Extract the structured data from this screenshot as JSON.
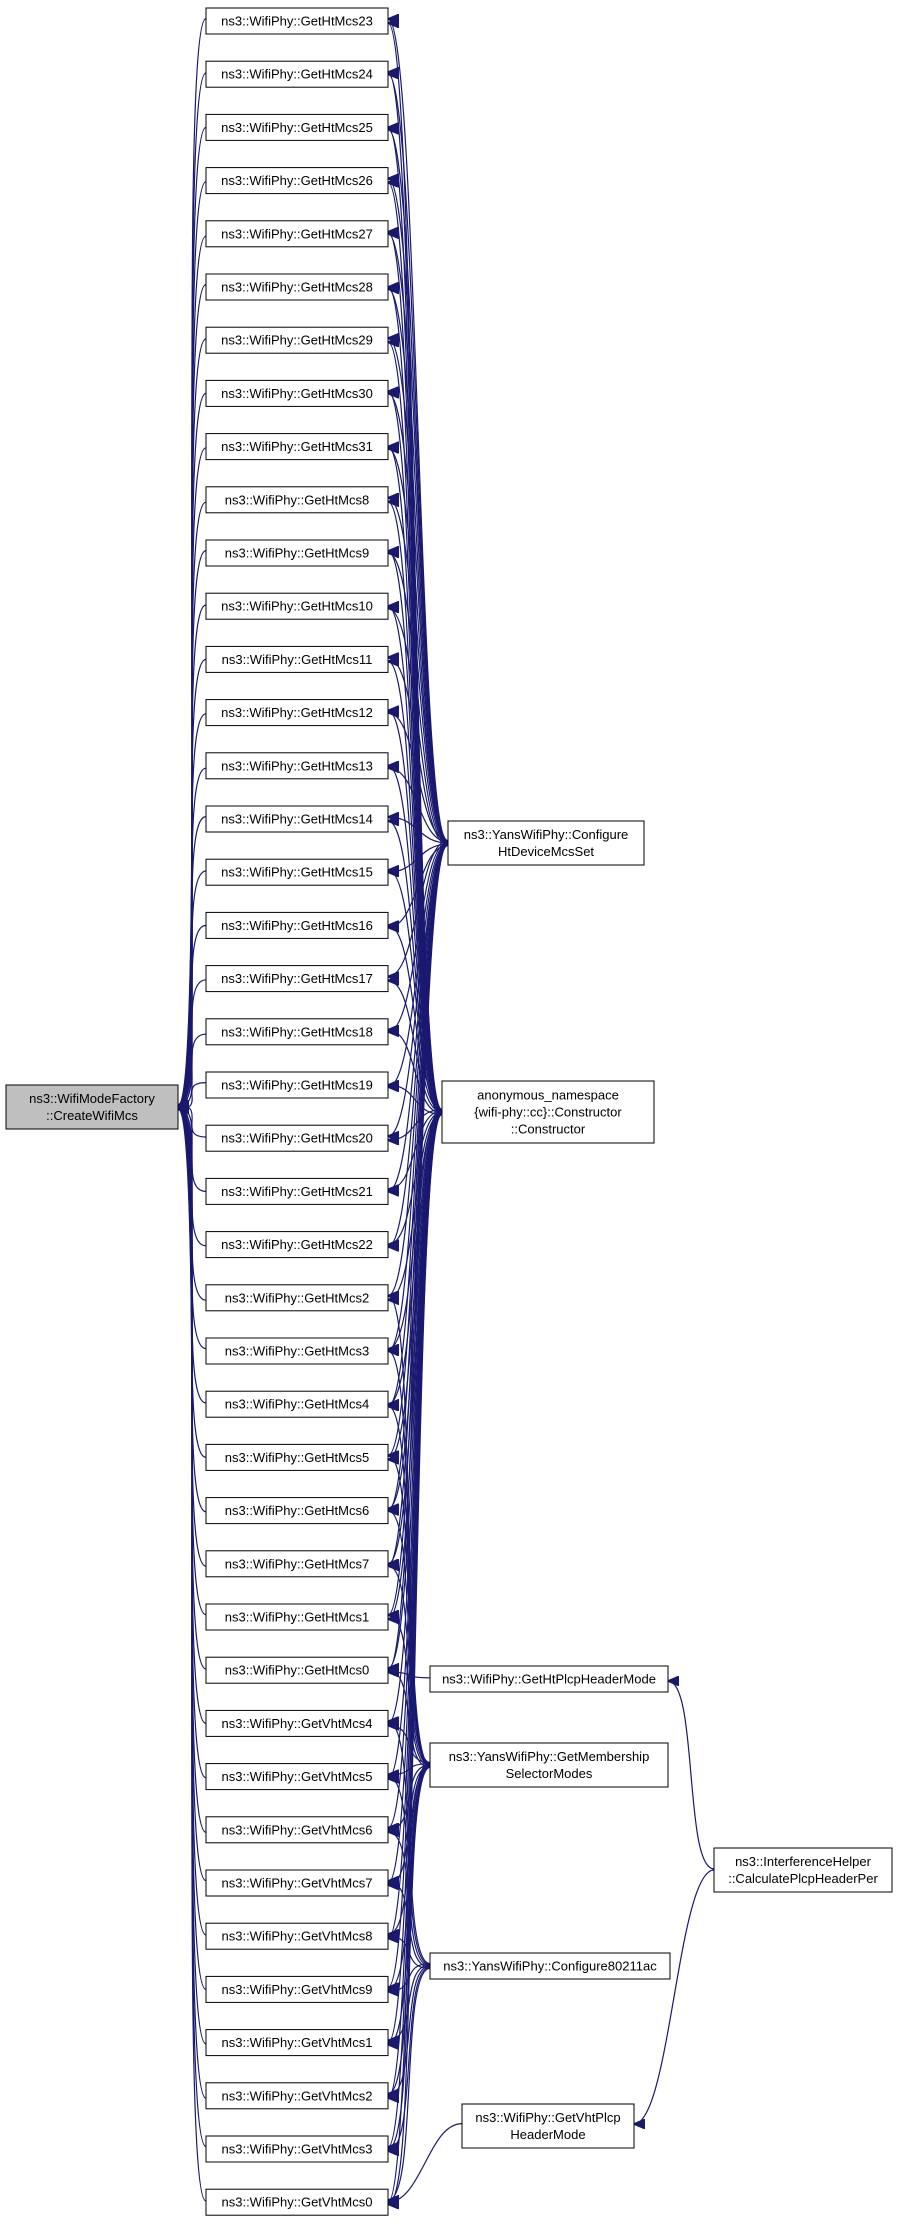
{
  "colors": {
    "edge": "#191970",
    "root_fill": "#bfbfbf",
    "node_fill": "#ffffff",
    "node_border": "#000000",
    "truncated_border": "#ff0000"
  },
  "nodes": [
    {
      "id": "create",
      "lines": [
        "ns3::WifiModeFactory",
        "::CreateWifiMcs"
      ],
      "kind": "root"
    },
    {
      "id": "ht23",
      "lines": [
        "ns3::WifiPhy::GetHtMcs23"
      ]
    },
    {
      "id": "ht24",
      "lines": [
        "ns3::WifiPhy::GetHtMcs24"
      ]
    },
    {
      "id": "ht25",
      "lines": [
        "ns3::WifiPhy::GetHtMcs25"
      ]
    },
    {
      "id": "ht26",
      "lines": [
        "ns3::WifiPhy::GetHtMcs26"
      ]
    },
    {
      "id": "ht27",
      "lines": [
        "ns3::WifiPhy::GetHtMcs27"
      ]
    },
    {
      "id": "ht28",
      "lines": [
        "ns3::WifiPhy::GetHtMcs28"
      ]
    },
    {
      "id": "ht29",
      "lines": [
        "ns3::WifiPhy::GetHtMcs29"
      ]
    },
    {
      "id": "ht30",
      "lines": [
        "ns3::WifiPhy::GetHtMcs30"
      ]
    },
    {
      "id": "ht31",
      "lines": [
        "ns3::WifiPhy::GetHtMcs31"
      ]
    },
    {
      "id": "ht8",
      "lines": [
        "ns3::WifiPhy::GetHtMcs8"
      ]
    },
    {
      "id": "ht9",
      "lines": [
        "ns3::WifiPhy::GetHtMcs9"
      ]
    },
    {
      "id": "ht10",
      "lines": [
        "ns3::WifiPhy::GetHtMcs10"
      ]
    },
    {
      "id": "ht11",
      "lines": [
        "ns3::WifiPhy::GetHtMcs11"
      ]
    },
    {
      "id": "ht12",
      "lines": [
        "ns3::WifiPhy::GetHtMcs12"
      ]
    },
    {
      "id": "ht13",
      "lines": [
        "ns3::WifiPhy::GetHtMcs13"
      ]
    },
    {
      "id": "ht14",
      "lines": [
        "ns3::WifiPhy::GetHtMcs14"
      ]
    },
    {
      "id": "ht15",
      "lines": [
        "ns3::WifiPhy::GetHtMcs15"
      ]
    },
    {
      "id": "ht16",
      "lines": [
        "ns3::WifiPhy::GetHtMcs16"
      ]
    },
    {
      "id": "ht17",
      "lines": [
        "ns3::WifiPhy::GetHtMcs17"
      ]
    },
    {
      "id": "ht18",
      "lines": [
        "ns3::WifiPhy::GetHtMcs18"
      ]
    },
    {
      "id": "ht19",
      "lines": [
        "ns3::WifiPhy::GetHtMcs19"
      ]
    },
    {
      "id": "ht20",
      "lines": [
        "ns3::WifiPhy::GetHtMcs20"
      ]
    },
    {
      "id": "ht21",
      "lines": [
        "ns3::WifiPhy::GetHtMcs21"
      ]
    },
    {
      "id": "ht22",
      "lines": [
        "ns3::WifiPhy::GetHtMcs22"
      ]
    },
    {
      "id": "ht2",
      "lines": [
        "ns3::WifiPhy::GetHtMcs2"
      ]
    },
    {
      "id": "ht3",
      "lines": [
        "ns3::WifiPhy::GetHtMcs3"
      ]
    },
    {
      "id": "ht4",
      "lines": [
        "ns3::WifiPhy::GetHtMcs4"
      ]
    },
    {
      "id": "ht5",
      "lines": [
        "ns3::WifiPhy::GetHtMcs5"
      ]
    },
    {
      "id": "ht6",
      "lines": [
        "ns3::WifiPhy::GetHtMcs6"
      ]
    },
    {
      "id": "ht7",
      "lines": [
        "ns3::WifiPhy::GetHtMcs7"
      ]
    },
    {
      "id": "ht1",
      "lines": [
        "ns3::WifiPhy::GetHtMcs1"
      ]
    },
    {
      "id": "ht0",
      "lines": [
        "ns3::WifiPhy::GetHtMcs0"
      ]
    },
    {
      "id": "vht4",
      "lines": [
        "ns3::WifiPhy::GetVhtMcs4"
      ]
    },
    {
      "id": "vht5",
      "lines": [
        "ns3::WifiPhy::GetVhtMcs5"
      ]
    },
    {
      "id": "vht6",
      "lines": [
        "ns3::WifiPhy::GetVhtMcs6"
      ]
    },
    {
      "id": "vht7",
      "lines": [
        "ns3::WifiPhy::GetVhtMcs7"
      ]
    },
    {
      "id": "vht8",
      "lines": [
        "ns3::WifiPhy::GetVhtMcs8"
      ]
    },
    {
      "id": "vht9",
      "lines": [
        "ns3::WifiPhy::GetVhtMcs9"
      ]
    },
    {
      "id": "vht1",
      "lines": [
        "ns3::WifiPhy::GetVhtMcs1"
      ]
    },
    {
      "id": "vht2",
      "lines": [
        "ns3::WifiPhy::GetVhtMcs2"
      ]
    },
    {
      "id": "vht3",
      "lines": [
        "ns3::WifiPhy::GetVhtMcs3"
      ]
    },
    {
      "id": "vht0",
      "lines": [
        "ns3::WifiPhy::GetVhtMcs0"
      ]
    },
    {
      "id": "yansHt",
      "lines": [
        "ns3::YansWifiPhy::Configure",
        "HtDeviceMcsSet"
      ],
      "kind": "truncated"
    },
    {
      "id": "anon",
      "lines": [
        "anonymous_namespace",
        "{wifi-phy::cc}::Constructor",
        "::Constructor"
      ]
    },
    {
      "id": "htPlcp",
      "lines": [
        "ns3::WifiPhy::GetHtPlcpHeaderMode"
      ]
    },
    {
      "id": "yansMem",
      "lines": [
        "ns3::YansWifiPhy::GetMembership",
        "SelectorModes"
      ]
    },
    {
      "id": "interf",
      "lines": [
        "ns3::InterferenceHelper",
        "::CalculatePlcpHeaderPer"
      ],
      "kind": "truncated"
    },
    {
      "id": "yans80211ac",
      "lines": [
        "ns3::YansWifiPhy::Configure80211ac"
      ],
      "kind": "truncated"
    },
    {
      "id": "vhtPlcp",
      "lines": [
        "ns3::WifiPhy::GetVhtPlcp",
        "HeaderMode"
      ]
    }
  ],
  "edges": [
    [
      "ht23",
      "create"
    ],
    [
      "ht24",
      "create"
    ],
    [
      "ht25",
      "create"
    ],
    [
      "ht26",
      "create"
    ],
    [
      "ht27",
      "create"
    ],
    [
      "ht28",
      "create"
    ],
    [
      "ht29",
      "create"
    ],
    [
      "ht30",
      "create"
    ],
    [
      "ht31",
      "create"
    ],
    [
      "ht8",
      "create"
    ],
    [
      "ht9",
      "create"
    ],
    [
      "ht10",
      "create"
    ],
    [
      "ht11",
      "create"
    ],
    [
      "ht12",
      "create"
    ],
    [
      "ht13",
      "create"
    ],
    [
      "ht14",
      "create"
    ],
    [
      "ht15",
      "create"
    ],
    [
      "ht16",
      "create"
    ],
    [
      "ht17",
      "create"
    ],
    [
      "ht18",
      "create"
    ],
    [
      "ht19",
      "create"
    ],
    [
      "ht20",
      "create"
    ],
    [
      "ht21",
      "create"
    ],
    [
      "ht22",
      "create"
    ],
    [
      "ht2",
      "create"
    ],
    [
      "ht3",
      "create"
    ],
    [
      "ht4",
      "create"
    ],
    [
      "ht5",
      "create"
    ],
    [
      "ht6",
      "create"
    ],
    [
      "ht7",
      "create"
    ],
    [
      "ht1",
      "create"
    ],
    [
      "ht0",
      "create"
    ],
    [
      "vht4",
      "create"
    ],
    [
      "vht5",
      "create"
    ],
    [
      "vht6",
      "create"
    ],
    [
      "vht7",
      "create"
    ],
    [
      "vht8",
      "create"
    ],
    [
      "vht9",
      "create"
    ],
    [
      "vht1",
      "create"
    ],
    [
      "vht2",
      "create"
    ],
    [
      "vht3",
      "create"
    ],
    [
      "vht0",
      "create"
    ],
    [
      "yansHt",
      "ht23"
    ],
    [
      "yansHt",
      "ht24"
    ],
    [
      "yansHt",
      "ht25"
    ],
    [
      "yansHt",
      "ht26"
    ],
    [
      "yansHt",
      "ht27"
    ],
    [
      "yansHt",
      "ht28"
    ],
    [
      "yansHt",
      "ht29"
    ],
    [
      "yansHt",
      "ht30"
    ],
    [
      "yansHt",
      "ht31"
    ],
    [
      "yansHt",
      "ht8"
    ],
    [
      "yansHt",
      "ht9"
    ],
    [
      "yansHt",
      "ht10"
    ],
    [
      "yansHt",
      "ht11"
    ],
    [
      "yansHt",
      "ht12"
    ],
    [
      "yansHt",
      "ht13"
    ],
    [
      "yansHt",
      "ht14"
    ],
    [
      "yansHt",
      "ht15"
    ],
    [
      "yansHt",
      "ht16"
    ],
    [
      "yansHt",
      "ht17"
    ],
    [
      "yansHt",
      "ht18"
    ],
    [
      "yansHt",
      "ht19"
    ],
    [
      "yansHt",
      "ht20"
    ],
    [
      "yansHt",
      "ht21"
    ],
    [
      "yansHt",
      "ht22"
    ],
    [
      "yansHt",
      "ht2"
    ],
    [
      "yansHt",
      "ht3"
    ],
    [
      "yansHt",
      "ht4"
    ],
    [
      "yansHt",
      "ht5"
    ],
    [
      "yansHt",
      "ht6"
    ],
    [
      "yansHt",
      "ht7"
    ],
    [
      "yansHt",
      "ht1"
    ],
    [
      "yansHt",
      "ht0"
    ],
    [
      "anon",
      "ht23"
    ],
    [
      "anon",
      "ht24"
    ],
    [
      "anon",
      "ht25"
    ],
    [
      "anon",
      "ht26"
    ],
    [
      "anon",
      "ht27"
    ],
    [
      "anon",
      "ht28"
    ],
    [
      "anon",
      "ht29"
    ],
    [
      "anon",
      "ht30"
    ],
    [
      "anon",
      "ht31"
    ],
    [
      "anon",
      "ht8"
    ],
    [
      "anon",
      "ht9"
    ],
    [
      "anon",
      "ht10"
    ],
    [
      "anon",
      "ht11"
    ],
    [
      "anon",
      "ht12"
    ],
    [
      "anon",
      "ht13"
    ],
    [
      "anon",
      "ht14"
    ],
    [
      "anon",
      "ht15"
    ],
    [
      "anon",
      "ht16"
    ],
    [
      "anon",
      "ht17"
    ],
    [
      "anon",
      "ht18"
    ],
    [
      "anon",
      "ht19"
    ],
    [
      "anon",
      "ht20"
    ],
    [
      "anon",
      "ht21"
    ],
    [
      "anon",
      "ht22"
    ],
    [
      "anon",
      "ht2"
    ],
    [
      "anon",
      "ht3"
    ],
    [
      "anon",
      "ht4"
    ],
    [
      "anon",
      "ht5"
    ],
    [
      "anon",
      "ht6"
    ],
    [
      "anon",
      "ht7"
    ],
    [
      "anon",
      "ht1"
    ],
    [
      "anon",
      "ht0"
    ],
    [
      "anon",
      "vht4"
    ],
    [
      "anon",
      "vht5"
    ],
    [
      "anon",
      "vht6"
    ],
    [
      "anon",
      "vht7"
    ],
    [
      "anon",
      "vht8"
    ],
    [
      "anon",
      "vht9"
    ],
    [
      "anon",
      "vht1"
    ],
    [
      "anon",
      "vht2"
    ],
    [
      "anon",
      "vht3"
    ],
    [
      "anon",
      "vht0"
    ],
    [
      "htPlcp",
      "ht0"
    ],
    [
      "yansMem",
      "ht2"
    ],
    [
      "yansMem",
      "ht3"
    ],
    [
      "yansMem",
      "ht4"
    ],
    [
      "yansMem",
      "ht5"
    ],
    [
      "yansMem",
      "ht6"
    ],
    [
      "yansMem",
      "ht7"
    ],
    [
      "yansMem",
      "ht1"
    ],
    [
      "yansMem",
      "ht0"
    ],
    [
      "yansMem",
      "vht4"
    ],
    [
      "yansMem",
      "vht5"
    ],
    [
      "yansMem",
      "vht6"
    ],
    [
      "yansMem",
      "vht7"
    ],
    [
      "yansMem",
      "vht8"
    ],
    [
      "yansMem",
      "vht9"
    ],
    [
      "yansMem",
      "vht1"
    ],
    [
      "yansMem",
      "vht2"
    ],
    [
      "yansMem",
      "vht3"
    ],
    [
      "yansMem",
      "vht0"
    ],
    [
      "yans80211ac",
      "vht4"
    ],
    [
      "yans80211ac",
      "vht5"
    ],
    [
      "yans80211ac",
      "vht6"
    ],
    [
      "yans80211ac",
      "vht7"
    ],
    [
      "yans80211ac",
      "vht8"
    ],
    [
      "yans80211ac",
      "vht9"
    ],
    [
      "yans80211ac",
      "vht1"
    ],
    [
      "yans80211ac",
      "vht2"
    ],
    [
      "yans80211ac",
      "vht3"
    ],
    [
      "yans80211ac",
      "vht0"
    ],
    [
      "vhtPlcp",
      "vht0"
    ],
    [
      "interf",
      "htPlcp"
    ],
    [
      "interf",
      "vhtPlcp"
    ]
  ]
}
